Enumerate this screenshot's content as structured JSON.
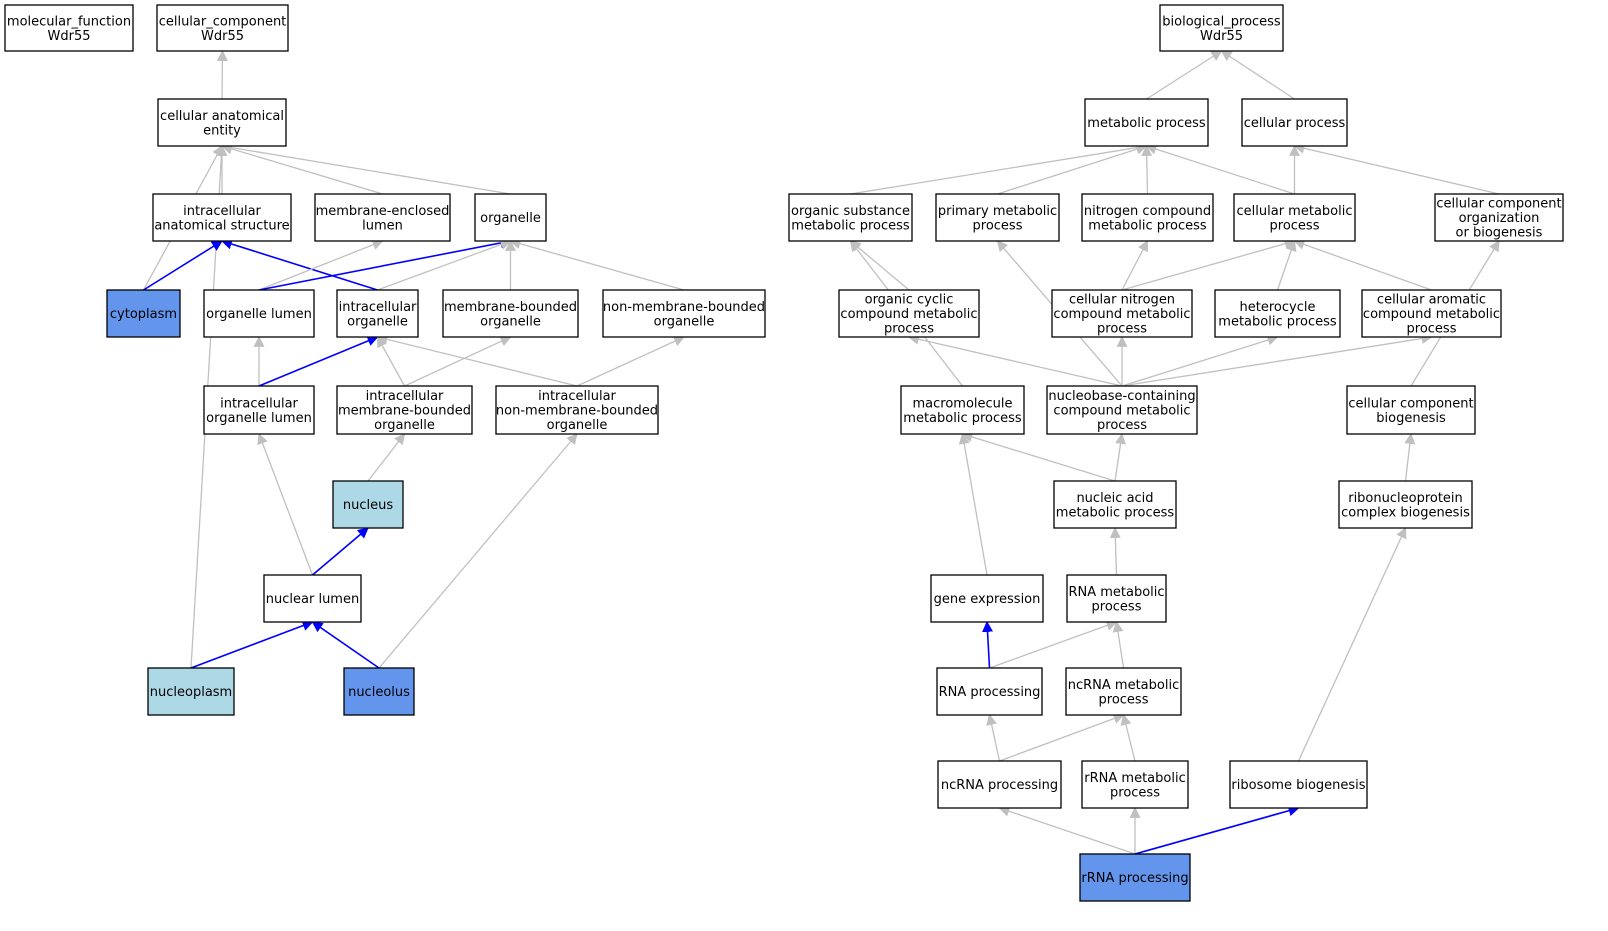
{
  "colors": {
    "node_default": "#ffffff",
    "node_light": "#add8e6",
    "node_highlight": "#6495ed",
    "edge_gray": "#c0c0c0",
    "edge_blue": "#0000ff",
    "border": "#000000"
  },
  "nodes": [
    {
      "id": "mf",
      "lines": [
        "molecular_function",
        "Wdr55"
      ],
      "fill": "default"
    },
    {
      "id": "cc",
      "lines": [
        "cellular_component",
        "Wdr55"
      ],
      "fill": "default"
    },
    {
      "id": "cae",
      "lines": [
        "cellular anatomical",
        "entity"
      ],
      "fill": "default"
    },
    {
      "id": "ias",
      "lines": [
        "intracellular",
        "anatomical structure"
      ],
      "fill": "default"
    },
    {
      "id": "mel",
      "lines": [
        "membrane-enclosed",
        "lumen"
      ],
      "fill": "default"
    },
    {
      "id": "org",
      "lines": [
        "organelle"
      ],
      "fill": "default"
    },
    {
      "id": "cyto",
      "lines": [
        "cytoplasm"
      ],
      "fill": "highlight"
    },
    {
      "id": "orglum",
      "lines": [
        "organelle lumen"
      ],
      "fill": "default"
    },
    {
      "id": "intorg",
      "lines": [
        "intracellular",
        "organelle"
      ],
      "fill": "default"
    },
    {
      "id": "mbo",
      "lines": [
        "membrane-bounded",
        "organelle"
      ],
      "fill": "default"
    },
    {
      "id": "nmbo",
      "lines": [
        "non-membrane-bounded",
        "organelle"
      ],
      "fill": "default"
    },
    {
      "id": "iol",
      "lines": [
        "intracellular",
        "organelle lumen"
      ],
      "fill": "default"
    },
    {
      "id": "imbo",
      "lines": [
        "intracellular",
        "membrane-bounded",
        "organelle"
      ],
      "fill": "default"
    },
    {
      "id": "inmbo",
      "lines": [
        "intracellular",
        "non-membrane-bounded",
        "organelle"
      ],
      "fill": "default"
    },
    {
      "id": "nucleus",
      "lines": [
        "nucleus"
      ],
      "fill": "light"
    },
    {
      "id": "nuclum",
      "lines": [
        "nuclear lumen"
      ],
      "fill": "default"
    },
    {
      "id": "nucleoplasm",
      "lines": [
        "nucleoplasm"
      ],
      "fill": "light"
    },
    {
      "id": "nucleolus",
      "lines": [
        "nucleolus"
      ],
      "fill": "highlight"
    },
    {
      "id": "bp",
      "lines": [
        "biological_process",
        "Wdr55"
      ],
      "fill": "default"
    },
    {
      "id": "metp",
      "lines": [
        "metabolic process"
      ],
      "fill": "default"
    },
    {
      "id": "cellp",
      "lines": [
        "cellular process"
      ],
      "fill": "default"
    },
    {
      "id": "osmp",
      "lines": [
        "organic substance",
        "metabolic process"
      ],
      "fill": "default"
    },
    {
      "id": "pmp",
      "lines": [
        "primary metabolic",
        "process"
      ],
      "fill": "default"
    },
    {
      "id": "ncmp",
      "lines": [
        "nitrogen compound",
        "metabolic process"
      ],
      "fill": "default"
    },
    {
      "id": "cmp",
      "lines": [
        "cellular metabolic",
        "process"
      ],
      "fill": "default"
    },
    {
      "id": "ccob",
      "lines": [
        "cellular component",
        "organization",
        "or biogenesis"
      ],
      "fill": "default"
    },
    {
      "id": "occmp",
      "lines": [
        "organic cyclic",
        "compound metabolic",
        "process"
      ],
      "fill": "default"
    },
    {
      "id": "cncmp",
      "lines": [
        "cellular nitrogen",
        "compound metabolic",
        "process"
      ],
      "fill": "default"
    },
    {
      "id": "hmp",
      "lines": [
        "heterocycle",
        "metabolic process"
      ],
      "fill": "default"
    },
    {
      "id": "cacmp",
      "lines": [
        "cellular aromatic",
        "compound metabolic",
        "process"
      ],
      "fill": "default"
    },
    {
      "id": "mmp",
      "lines": [
        "macromolecule",
        "metabolic process"
      ],
      "fill": "default"
    },
    {
      "id": "nbccmp",
      "lines": [
        "nucleobase-containing",
        "compound metabolic",
        "process"
      ],
      "fill": "default"
    },
    {
      "id": "ccb",
      "lines": [
        "cellular component",
        "biogenesis"
      ],
      "fill": "default"
    },
    {
      "id": "namp",
      "lines": [
        "nucleic acid",
        "metabolic process"
      ],
      "fill": "default"
    },
    {
      "id": "rcb",
      "lines": [
        "ribonucleoprotein",
        "complex biogenesis"
      ],
      "fill": "default"
    },
    {
      "id": "ge",
      "lines": [
        "gene expression"
      ],
      "fill": "default"
    },
    {
      "id": "rnamp",
      "lines": [
        "RNA metabolic",
        "process"
      ],
      "fill": "default"
    },
    {
      "id": "rnap",
      "lines": [
        "RNA processing"
      ],
      "fill": "default"
    },
    {
      "id": "ncrnamp",
      "lines": [
        "ncRNA metabolic",
        "process"
      ],
      "fill": "default"
    },
    {
      "id": "ncrnap",
      "lines": [
        "ncRNA processing"
      ],
      "fill": "default"
    },
    {
      "id": "rrnamp",
      "lines": [
        "rRNA metabolic",
        "process"
      ],
      "fill": "default"
    },
    {
      "id": "rb",
      "lines": [
        "ribosome biogenesis"
      ],
      "fill": "default"
    },
    {
      "id": "rrnap",
      "lines": [
        "rRNA processing"
      ],
      "fill": "highlight"
    }
  ],
  "edges": [
    {
      "from": "cae",
      "to": "cc",
      "color": "gray"
    },
    {
      "from": "ias",
      "to": "cae",
      "color": "gray"
    },
    {
      "from": "mel",
      "to": "cae",
      "color": "gray"
    },
    {
      "from": "org",
      "to": "cae",
      "color": "gray"
    },
    {
      "from": "cyto",
      "to": "cae",
      "color": "gray"
    },
    {
      "from": "nucleoplasm",
      "to": "cae",
      "color": "gray"
    },
    {
      "from": "cyto",
      "to": "ias",
      "color": "blue"
    },
    {
      "from": "intorg",
      "to": "ias",
      "color": "blue"
    },
    {
      "from": "orglum",
      "to": "mel",
      "color": "gray"
    },
    {
      "from": "orglum",
      "to": "org",
      "color": "blue"
    },
    {
      "from": "intorg",
      "to": "org",
      "color": "gray"
    },
    {
      "from": "mbo",
      "to": "org",
      "color": "gray"
    },
    {
      "from": "nmbo",
      "to": "org",
      "color": "gray"
    },
    {
      "from": "iol",
      "to": "orglum",
      "color": "gray"
    },
    {
      "from": "iol",
      "to": "intorg",
      "color": "blue"
    },
    {
      "from": "imbo",
      "to": "intorg",
      "color": "gray"
    },
    {
      "from": "inmbo",
      "to": "intorg",
      "color": "gray"
    },
    {
      "from": "imbo",
      "to": "mbo",
      "color": "gray"
    },
    {
      "from": "inmbo",
      "to": "nmbo",
      "color": "gray"
    },
    {
      "from": "nucleus",
      "to": "imbo",
      "color": "gray"
    },
    {
      "from": "nuclum",
      "to": "iol",
      "color": "gray"
    },
    {
      "from": "nuclum",
      "to": "nucleus",
      "color": "blue"
    },
    {
      "from": "nucleolus",
      "to": "inmbo",
      "color": "gray"
    },
    {
      "from": "nucleoplasm",
      "to": "nuclum",
      "color": "blue"
    },
    {
      "from": "nucleolus",
      "to": "nuclum",
      "color": "blue"
    },
    {
      "from": "metp",
      "to": "bp",
      "color": "gray"
    },
    {
      "from": "cellp",
      "to": "bp",
      "color": "gray"
    },
    {
      "from": "osmp",
      "to": "metp",
      "color": "gray"
    },
    {
      "from": "pmp",
      "to": "metp",
      "color": "gray"
    },
    {
      "from": "ncmp",
      "to": "metp",
      "color": "gray"
    },
    {
      "from": "cmp",
      "to": "metp",
      "color": "gray"
    },
    {
      "from": "cmp",
      "to": "cellp",
      "color": "gray"
    },
    {
      "from": "ccob",
      "to": "cellp",
      "color": "gray"
    },
    {
      "from": "occmp",
      "to": "osmp",
      "color": "gray"
    },
    {
      "from": "mmp",
      "to": "osmp",
      "color": "gray"
    },
    {
      "from": "nbccmp",
      "to": "pmp",
      "color": "gray"
    },
    {
      "from": "cncmp",
      "to": "ncmp",
      "color": "gray"
    },
    {
      "from": "cncmp",
      "to": "cmp",
      "color": "gray"
    },
    {
      "from": "hmp",
      "to": "cmp",
      "color": "gray"
    },
    {
      "from": "cacmp",
      "to": "cmp",
      "color": "gray"
    },
    {
      "from": "ccb",
      "to": "ccob",
      "color": "gray"
    },
    {
      "from": "nbccmp",
      "to": "occmp",
      "color": "gray"
    },
    {
      "from": "nbccmp",
      "to": "cncmp",
      "color": "gray"
    },
    {
      "from": "nbccmp",
      "to": "hmp",
      "color": "gray"
    },
    {
      "from": "nbccmp",
      "to": "cacmp",
      "color": "gray"
    },
    {
      "from": "namp",
      "to": "mmp",
      "color": "gray"
    },
    {
      "from": "ge",
      "to": "mmp",
      "color": "gray"
    },
    {
      "from": "namp",
      "to": "nbccmp",
      "color": "gray"
    },
    {
      "from": "rcb",
      "to": "ccb",
      "color": "gray"
    },
    {
      "from": "rnamp",
      "to": "namp",
      "color": "gray"
    },
    {
      "from": "rb",
      "to": "rcb",
      "color": "gray"
    },
    {
      "from": "rnap",
      "to": "ge",
      "color": "blue"
    },
    {
      "from": "rnap",
      "to": "rnamp",
      "color": "gray"
    },
    {
      "from": "ncrnamp",
      "to": "rnamp",
      "color": "gray"
    },
    {
      "from": "ncrnap",
      "to": "rnap",
      "color": "gray"
    },
    {
      "from": "ncrnap",
      "to": "ncrnamp",
      "color": "gray"
    },
    {
      "from": "rrnamp",
      "to": "ncrnamp",
      "color": "gray"
    },
    {
      "from": "rrnap",
      "to": "ncrnap",
      "color": "gray"
    },
    {
      "from": "rrnap",
      "to": "rrnamp",
      "color": "gray"
    },
    {
      "from": "rrnap",
      "to": "rb",
      "color": "blue"
    }
  ]
}
